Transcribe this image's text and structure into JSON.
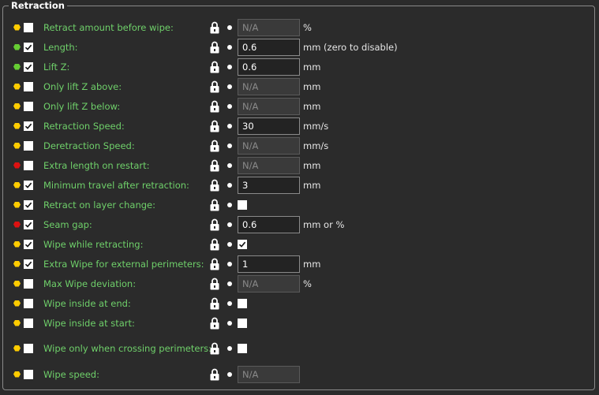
{
  "group": {
    "title": "Retraction"
  },
  "colors": {
    "simple": "#ffcc00",
    "advanced": "#ffcc00",
    "basic": "#66cc33",
    "expert": "#dd1111",
    "label": "#6fd06a"
  },
  "icons": {
    "lock": "lock-icon",
    "dot": "bullet-dot",
    "mode": "hexagon-mode-icon"
  },
  "rows": [
    {
      "label": "Retract amount before wipe:",
      "mode": "yellow",
      "checked": false,
      "type": "field",
      "value": "N/A",
      "disabled": true,
      "unit": "%"
    },
    {
      "label": "Length:",
      "mode": "green",
      "checked": true,
      "type": "field",
      "value": "0.6",
      "disabled": false,
      "unit": "mm (zero to disable)"
    },
    {
      "label": "Lift Z:",
      "mode": "green",
      "checked": true,
      "type": "field",
      "value": "0.6",
      "disabled": false,
      "unit": "mm"
    },
    {
      "label": "Only lift Z above:",
      "mode": "yellow",
      "checked": false,
      "type": "field",
      "value": "N/A",
      "disabled": true,
      "unit": "mm"
    },
    {
      "label": "Only lift Z below:",
      "mode": "yellow",
      "checked": false,
      "type": "field",
      "value": "N/A",
      "disabled": true,
      "unit": "mm"
    },
    {
      "label": "Retraction Speed:",
      "mode": "yellow",
      "checked": true,
      "type": "field",
      "value": "30",
      "disabled": false,
      "unit": "mm/s"
    },
    {
      "label": "Deretraction Speed:",
      "mode": "yellow",
      "checked": false,
      "type": "field",
      "value": "N/A",
      "disabled": true,
      "unit": "mm/s"
    },
    {
      "label": "Extra length on restart:",
      "mode": "red",
      "checked": false,
      "type": "field",
      "value": "N/A",
      "disabled": true,
      "unit": "mm"
    },
    {
      "label": "Minimum travel after retraction:",
      "mode": "yellow",
      "checked": true,
      "type": "field",
      "value": "3",
      "disabled": false,
      "unit": "mm"
    },
    {
      "label": "Retract on layer change:",
      "mode": "yellow",
      "checked": true,
      "type": "checkbox",
      "value": false
    },
    {
      "label": "Seam gap:",
      "mode": "red",
      "checked": true,
      "type": "field",
      "value": "0.6",
      "disabled": false,
      "unit": "mm or %"
    },
    {
      "label": "Wipe while retracting:",
      "mode": "yellow",
      "checked": true,
      "type": "checkbox",
      "value": true
    },
    {
      "label": "Extra Wipe for external perimeters:",
      "mode": "yellow",
      "checked": true,
      "type": "field",
      "value": "1",
      "disabled": false,
      "unit": "mm"
    },
    {
      "label": "Max Wipe deviation:",
      "mode": "yellow",
      "checked": false,
      "type": "field",
      "value": "N/A",
      "disabled": true,
      "unit": "%"
    },
    {
      "label": "Wipe inside at end:",
      "mode": "yellow",
      "checked": false,
      "type": "checkbox",
      "value": false
    },
    {
      "label": "Wipe inside at start:",
      "mode": "yellow",
      "checked": false,
      "type": "checkbox",
      "value": false
    },
    {
      "label": "Wipe only when crossing perimeters:",
      "mode": "yellow",
      "checked": false,
      "type": "checkbox",
      "value": false
    },
    {
      "label": "Wipe speed:",
      "mode": "yellow",
      "checked": false,
      "type": "field",
      "value": "N/A",
      "disabled": true,
      "unit": ""
    }
  ]
}
